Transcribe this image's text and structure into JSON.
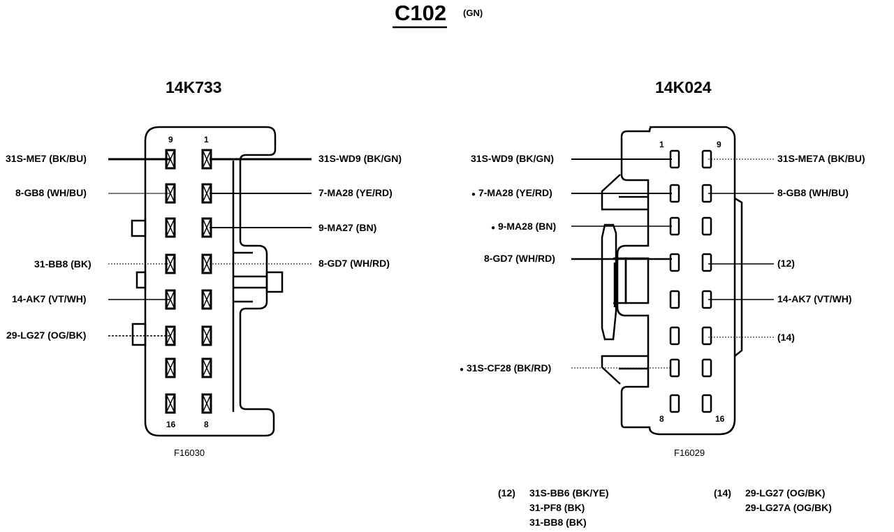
{
  "title": {
    "text": "C102",
    "color_code": "(GN)"
  },
  "left": {
    "part": "14K733",
    "fig": "F16030",
    "pins": {
      "p9": "9",
      "p1": "1",
      "p16": "16",
      "p8": "8"
    },
    "labels": [
      "31S-ME7 (BK/BU)",
      "8-GB8 (WH/BU)",
      "31-BB8 (BK)",
      "14-AK7 (VT/WH)",
      "29-LG27 (OG/BK)",
      "31S-WD9 (BK/GN)",
      "7-MA28 (YE/RD)",
      "9-MA27 (BN)",
      "8-GD7 (WH/RD)"
    ]
  },
  "right": {
    "part": "14K024",
    "fig": "F16029",
    "pins": {
      "p1": "1",
      "p9": "9",
      "p8": "8",
      "p16": "16"
    },
    "labels": [
      "31S-WD9 (BK/GN)",
      "7-MA28 (YE/RD)",
      "9-MA28 (BN)",
      "8-GD7 (WH/RD)",
      "31S-CF28 (BK/RD)",
      "31S-ME7A (BK/BU)",
      "8-GB8 (WH/BU)",
      "(12)",
      "14-AK7 (VT/WH)",
      "(14)"
    ],
    "bullet": "●"
  },
  "notes": {
    "n12": {
      "key": "(12)",
      "lines": [
        "31S-BB6 (BK/YE)",
        "31-PF8 (BK)",
        "31-BB8 (BK)"
      ]
    },
    "n14": {
      "key": "(14)",
      "lines": [
        "29-LG27 (OG/BK)",
        "29-LG27A (OG/BK)"
      ]
    }
  }
}
